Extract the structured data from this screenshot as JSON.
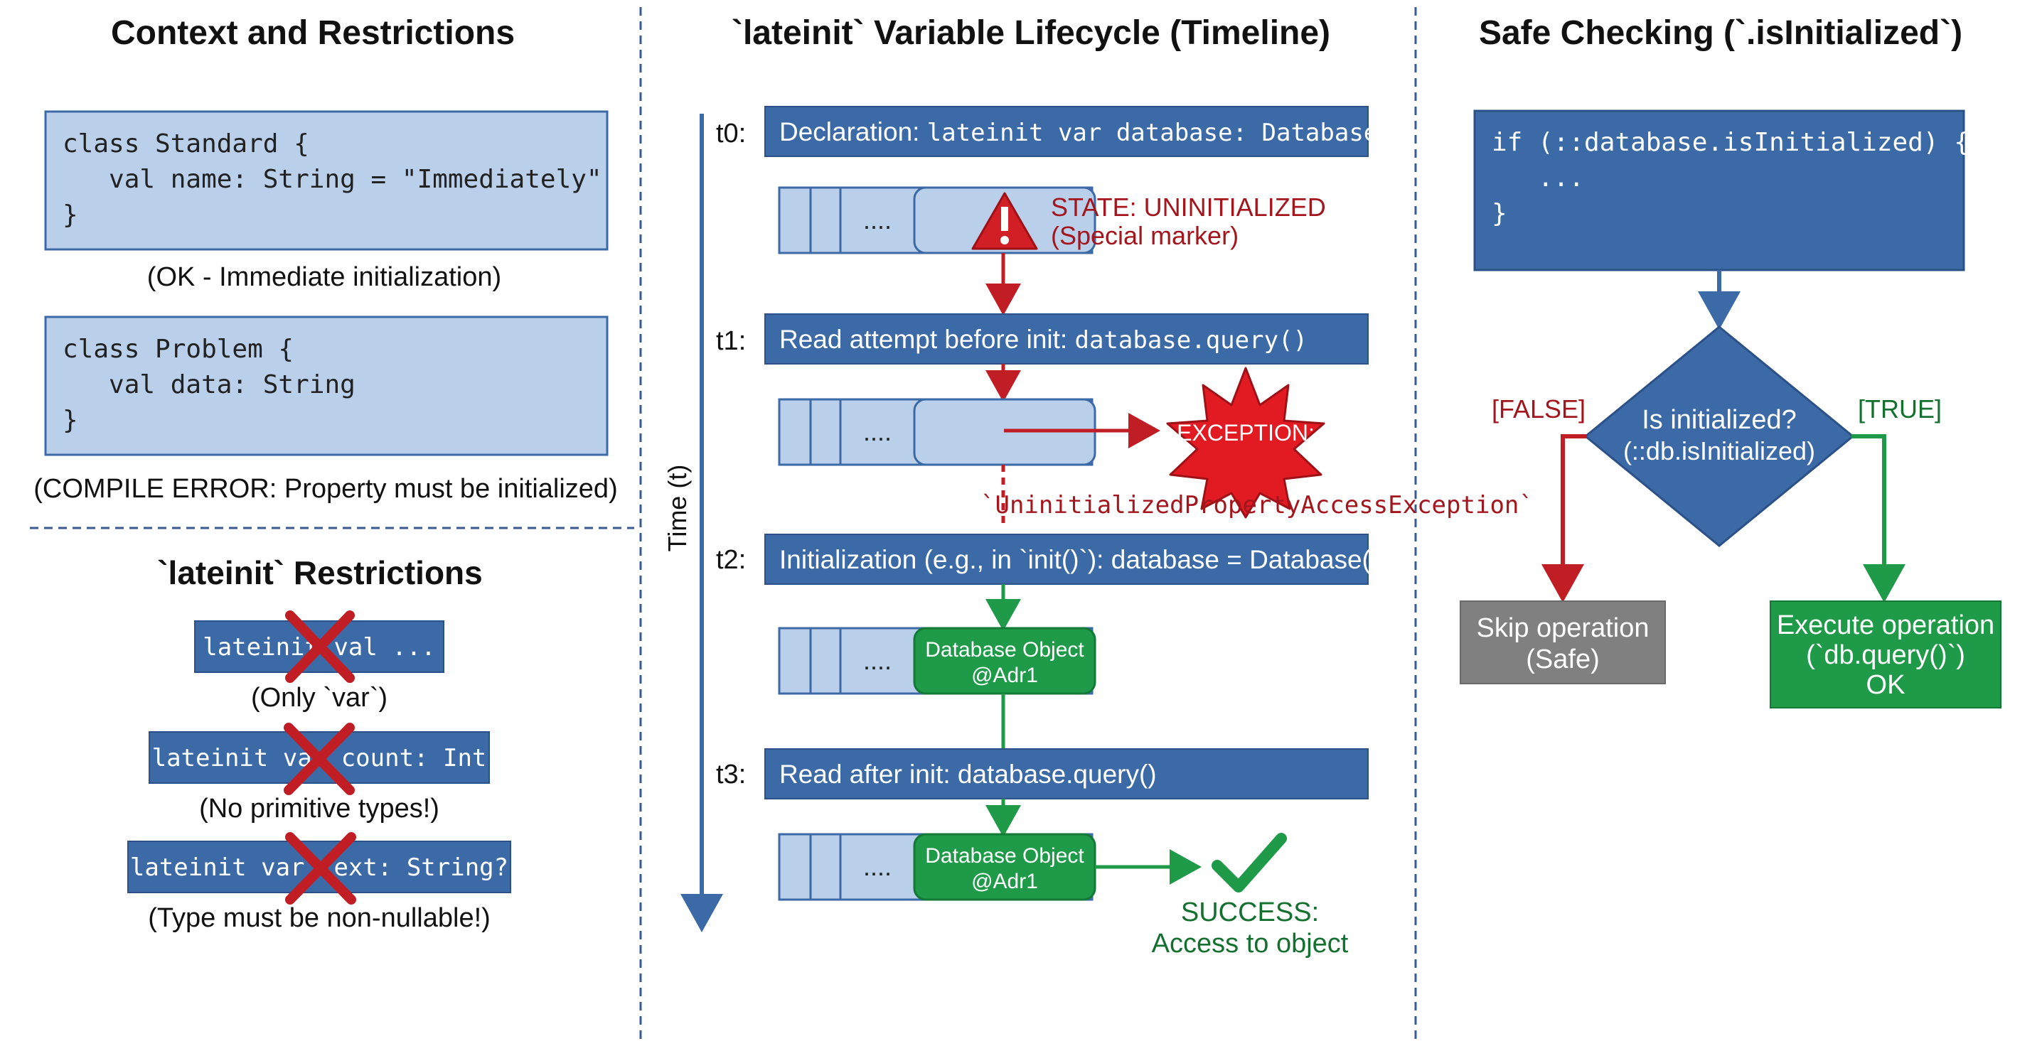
{
  "colors": {
    "blue_dark": "#3b6aa6",
    "blue_light": "#b9cfea",
    "red": "#c01e24",
    "green": "#1e9a48",
    "gray": "#808080",
    "dash": "#3a5a96"
  },
  "left": {
    "title": "Context and Restrictions",
    "code_standard": [
      "class Standard {",
      "   val name: String = \"Immediately\"",
      "}"
    ],
    "caption_standard": "(OK - Immediate initialization)",
    "code_problem": [
      "class Problem {",
      "   val data: String",
      "}"
    ],
    "caption_problem": "(COMPILE ERROR: Property must be initialized)",
    "restrictions_title": "`lateinit` Restrictions",
    "restrictions": [
      {
        "code": "lateinit val ...",
        "caption": "(Only `var`)",
        "icon": "red-x-icon"
      },
      {
        "code": "lateinit var count: Int",
        "caption": "(No primitive types!)",
        "icon": "red-x-icon"
      },
      {
        "code": "lateinit var text: String?",
        "caption": "(Type must be non-nullable!)",
        "icon": "red-x-icon"
      }
    ]
  },
  "middle": {
    "title": "`lateinit` Variable Lifecycle (Timeline)",
    "axis_label": "Time (t)",
    "steps": [
      {
        "time": "t0:",
        "text": "Declaration: ",
        "code": "lateinit var database: Database"
      },
      {
        "time": "t1:",
        "text": "Read attempt before init: ",
        "code": "database.query()"
      },
      {
        "time": "t2:",
        "text": "Initialization (e.g., in `init()`): database = Database()",
        "code": ""
      },
      {
        "time": "t3:",
        "text": "Read after init: database.query()",
        "code": ""
      }
    ],
    "slot_dots": "....",
    "state_label_1": "STATE: UNINITIALIZED",
    "state_label_2": "(Special marker)",
    "exception_label": "EXCEPTION:",
    "exception_name": "`UninitializedPropertyAccessException`",
    "object_line1": "Database Object",
    "object_line2": "@Adr1",
    "success_1": "SUCCESS:",
    "success_2": "Access to object"
  },
  "right": {
    "title": "Safe Checking (`.isInitialized`)",
    "code": [
      "if (::database.isInitialized) {",
      "   ...",
      "}"
    ],
    "decision_1": "Is initialized?",
    "decision_2": "(::db.isInitialized)",
    "false_label": "[FALSE]",
    "true_label": "[TRUE]",
    "skip_1": "Skip operation",
    "skip_2": "(Safe)",
    "exec_1": "Execute operation",
    "exec_2": "(`db.query()`)",
    "exec_3": "OK"
  }
}
